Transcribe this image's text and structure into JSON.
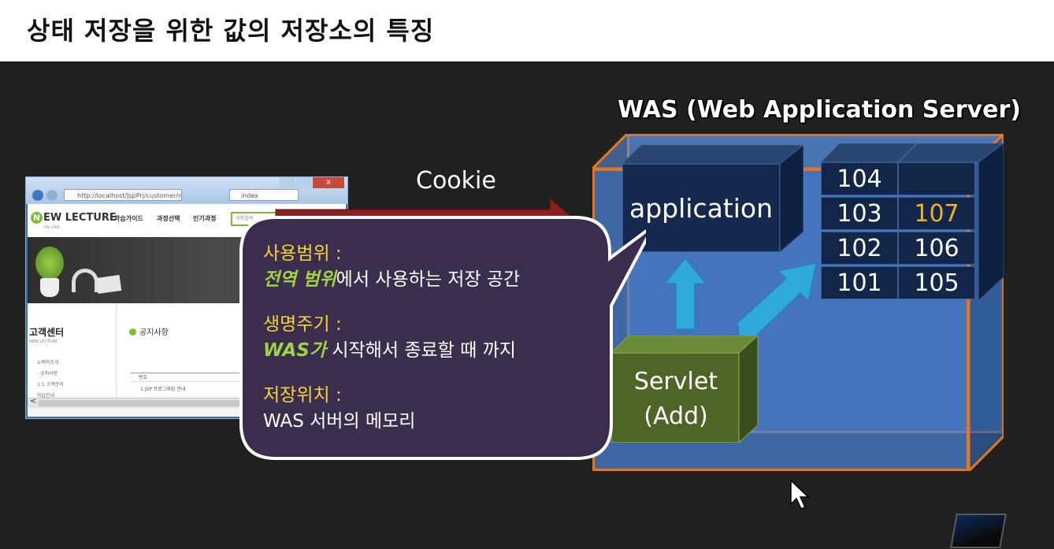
{
  "title": "상태 저장을 위한 값의 저장소의 특징",
  "browser": {
    "address": "http://localhost/JspPrj/customer/notice.jsp",
    "tab_label": "index",
    "close_glyph": "x",
    "site": {
      "logo_letter": "N",
      "logo_rest": "EW LECTURE",
      "logo_sub": "ON-LINE",
      "menu": [
        "학습가이드",
        "과정선택",
        "인기과정"
      ],
      "search_placeholder": "과정검색"
    },
    "sidebar": {
      "title": "고객센터",
      "subtitle": "NEW LECTURE",
      "items": [
        "뉴렉처소식",
        "- 공지사항",
        "1:1 고객문의",
        "학습안내"
      ]
    },
    "content": {
      "notice_title": "공지사항",
      "table_header": "번호",
      "table_row": "1       JSP 프로그래밍 안내"
    },
    "scroll_arrow": "<"
  },
  "cookie_label": "Cookie",
  "was": {
    "title": "WAS (Web Application Server)",
    "application_label": "application",
    "cells": [
      {
        "left": "104",
        "right": ""
      },
      {
        "left": "103",
        "right": "107"
      },
      {
        "left": "102",
        "right": "106"
      },
      {
        "left": "101",
        "right": "105"
      }
    ],
    "highlight_value": "107",
    "servlet_line1": "Servlet",
    "servlet_line2": "(Add)"
  },
  "callout": {
    "scope_label": "사용범위 :",
    "scope_emph": "전역 범위",
    "scope_rest": "에서 사용하는 저장 공간",
    "life_label": "생명주기 :",
    "life_emph": "WAS가",
    "life_rest": " 시작해서 종료할 때 까지",
    "loc_label": "저장위치 :",
    "loc_value": "WAS 서버의 메모리"
  },
  "colors": {
    "was_border": "#e8761b",
    "was_fill": "#4a82d6",
    "callout_fill": "#3a2d4e",
    "label_yellow": "#f5d33a",
    "emph_green": "#9fd244",
    "cell_highlight": "#f2b323",
    "servlet_fill": "#4e6527",
    "arrow_red": "#8a2020",
    "arrow_cyan": "#2fa9dc"
  }
}
